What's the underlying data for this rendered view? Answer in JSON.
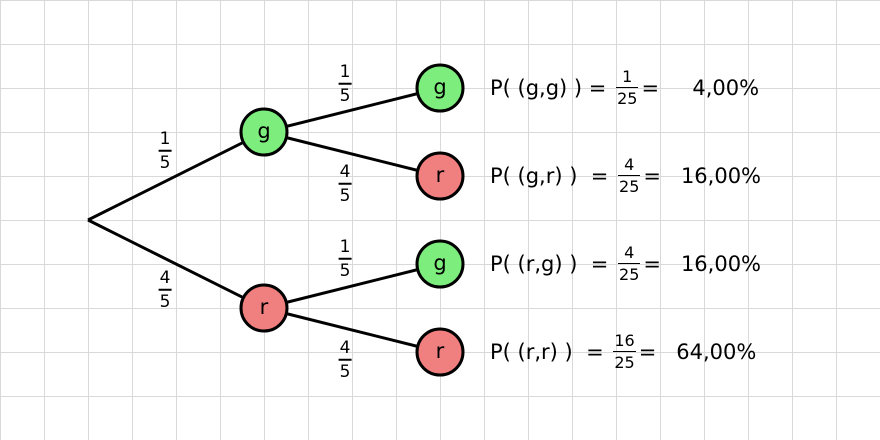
{
  "tree": {
    "first_level": [
      {
        "node": "g",
        "edge_prob": {
          "num": "1",
          "den": "5"
        },
        "children": [
          {
            "node": "g",
            "edge_prob": {
              "num": "1",
              "den": "5"
            }
          },
          {
            "node": "r",
            "edge_prob": {
              "num": "4",
              "den": "5"
            }
          }
        ]
      },
      {
        "node": "r",
        "edge_prob": {
          "num": "4",
          "den": "5"
        },
        "children": [
          {
            "node": "g",
            "edge_prob": {
              "num": "1",
              "den": "5"
            }
          },
          {
            "node": "r",
            "edge_prob": {
              "num": "4",
              "den": "5"
            }
          }
        ]
      }
    ]
  },
  "results": [
    {
      "prefix": "P( (g,g) ) = ",
      "num": "1",
      "den": "25",
      "eq": "=",
      "pct": "4,00%"
    },
    {
      "prefix": "P( (g,r) )  = ",
      "num": "4",
      "den": "25",
      "eq": "=",
      "pct": "16,00%"
    },
    {
      "prefix": "P( (r,g) )  = ",
      "num": "4",
      "den": "25",
      "eq": "=",
      "pct": "16,00%"
    },
    {
      "prefix": "P( (r,r) )  = ",
      "num": "16",
      "den": "25",
      "eq": "=",
      "pct": "64,00%"
    }
  ],
  "colors": {
    "green": "#7ded7d",
    "red": "#f07f7f",
    "line": "#000000",
    "grid": "#d9d9d9"
  }
}
